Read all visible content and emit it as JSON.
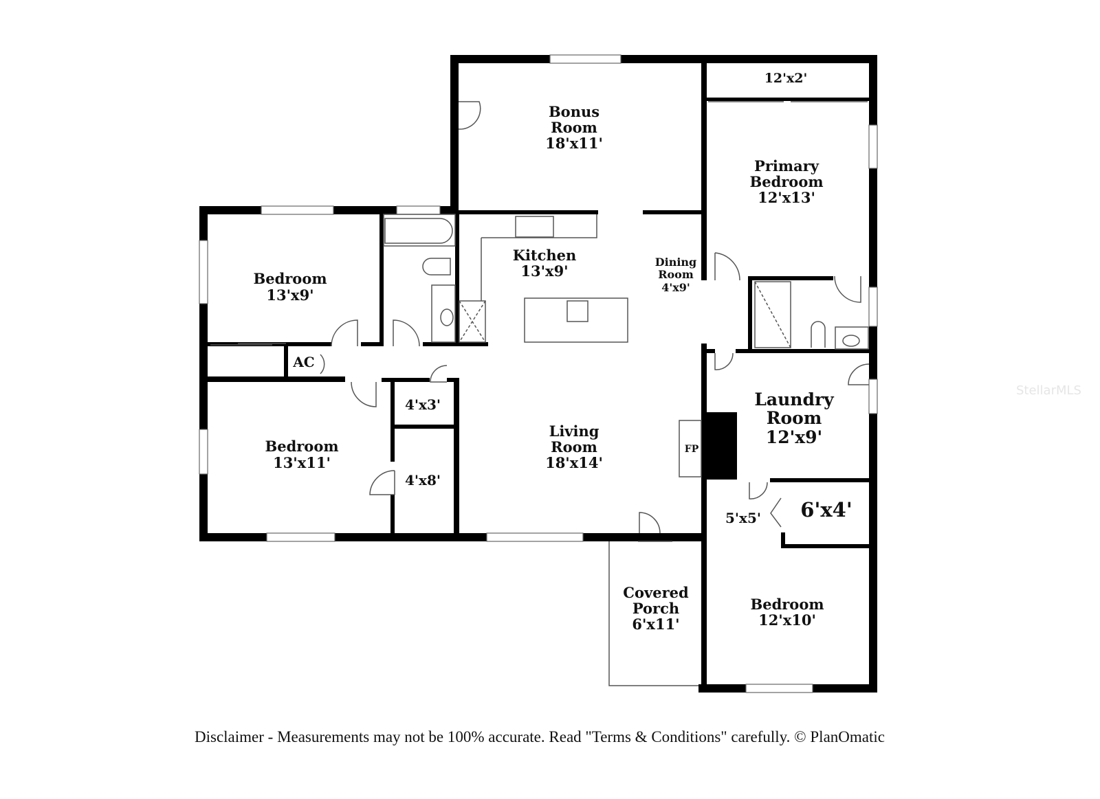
{
  "rooms": {
    "bonus": {
      "name1": "Bonus",
      "name2": "Room",
      "size": "18'x11'"
    },
    "closet_top": {
      "size": "12'x2'"
    },
    "primary": {
      "name1": "Primary",
      "name2": "Bedroom",
      "size": "12'x13'"
    },
    "bedroom1": {
      "name": "Bedroom",
      "size": "13'x9'"
    },
    "kitchen": {
      "name": "Kitchen",
      "size": "13'x9'"
    },
    "dining": {
      "name1": "Dining",
      "name2": "Room",
      "size": "4'x9'"
    },
    "ac": {
      "name": "AC"
    },
    "closet_a": {
      "size": "4'x3'"
    },
    "closet_b": {
      "size": "4'x8'"
    },
    "bedroom2": {
      "name": "Bedroom",
      "size": "13'x11'"
    },
    "living": {
      "name1": "Living",
      "name2": "Room",
      "size": "18'x14'"
    },
    "fireplace": {
      "name": "FP"
    },
    "laundry": {
      "name1": "Laundry",
      "name2": "Room",
      "size": "12'x9'"
    },
    "closet_c": {
      "size": "5'x5'"
    },
    "closet_d": {
      "size": "6'x4'"
    },
    "porch": {
      "name1": "Covered",
      "name2": "Porch",
      "size": "6'x11'"
    },
    "bedroom3": {
      "name": "Bedroom",
      "size": "12'x10'"
    }
  },
  "disclaimer": "Disclaimer - Measurements may not be 100% accurate. Read \"Terms & Conditions\" carefully. © PlanOmatic",
  "watermark": "StellarMLS"
}
